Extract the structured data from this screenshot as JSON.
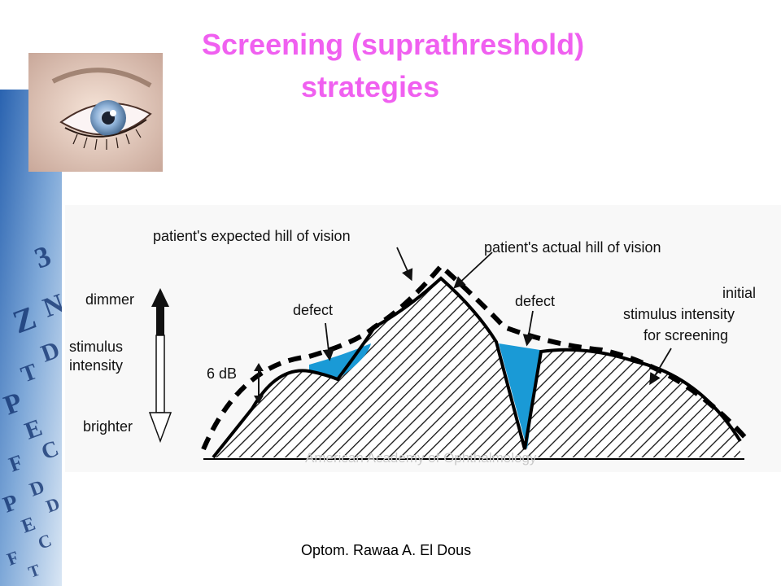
{
  "slide": {
    "title_line1": "Screening (suprathreshold)",
    "title_line2": "strategies",
    "footer": "Optom. Rawaa A. El Dous",
    "title_color": "#f060f0"
  },
  "sidebar": {
    "accent_color": "#2a63b0",
    "chart_letters": [
      "3",
      "N",
      "Z",
      "D",
      "T",
      "P",
      "E",
      "C",
      "F",
      "D",
      "P",
      "E",
      "C",
      "F",
      "T",
      "D"
    ]
  },
  "diagram": {
    "label_expected": "patient's expected hill of vision",
    "label_actual": "patient's actual hill of vision",
    "label_dimmer": "dimmer",
    "label_stimulus_1": "stimulus",
    "label_stimulus_2": "intensity",
    "label_brighter": "brighter",
    "label_6db": "6 dB",
    "label_defect_left": "defect",
    "label_defect_right": "defect",
    "label_initial_1": "initial",
    "label_initial_2": "stimulus intensity",
    "label_initial_3": "for screening",
    "watermark": "American Academy of Ophthalmology",
    "defect_color": "#1a9ad6"
  }
}
